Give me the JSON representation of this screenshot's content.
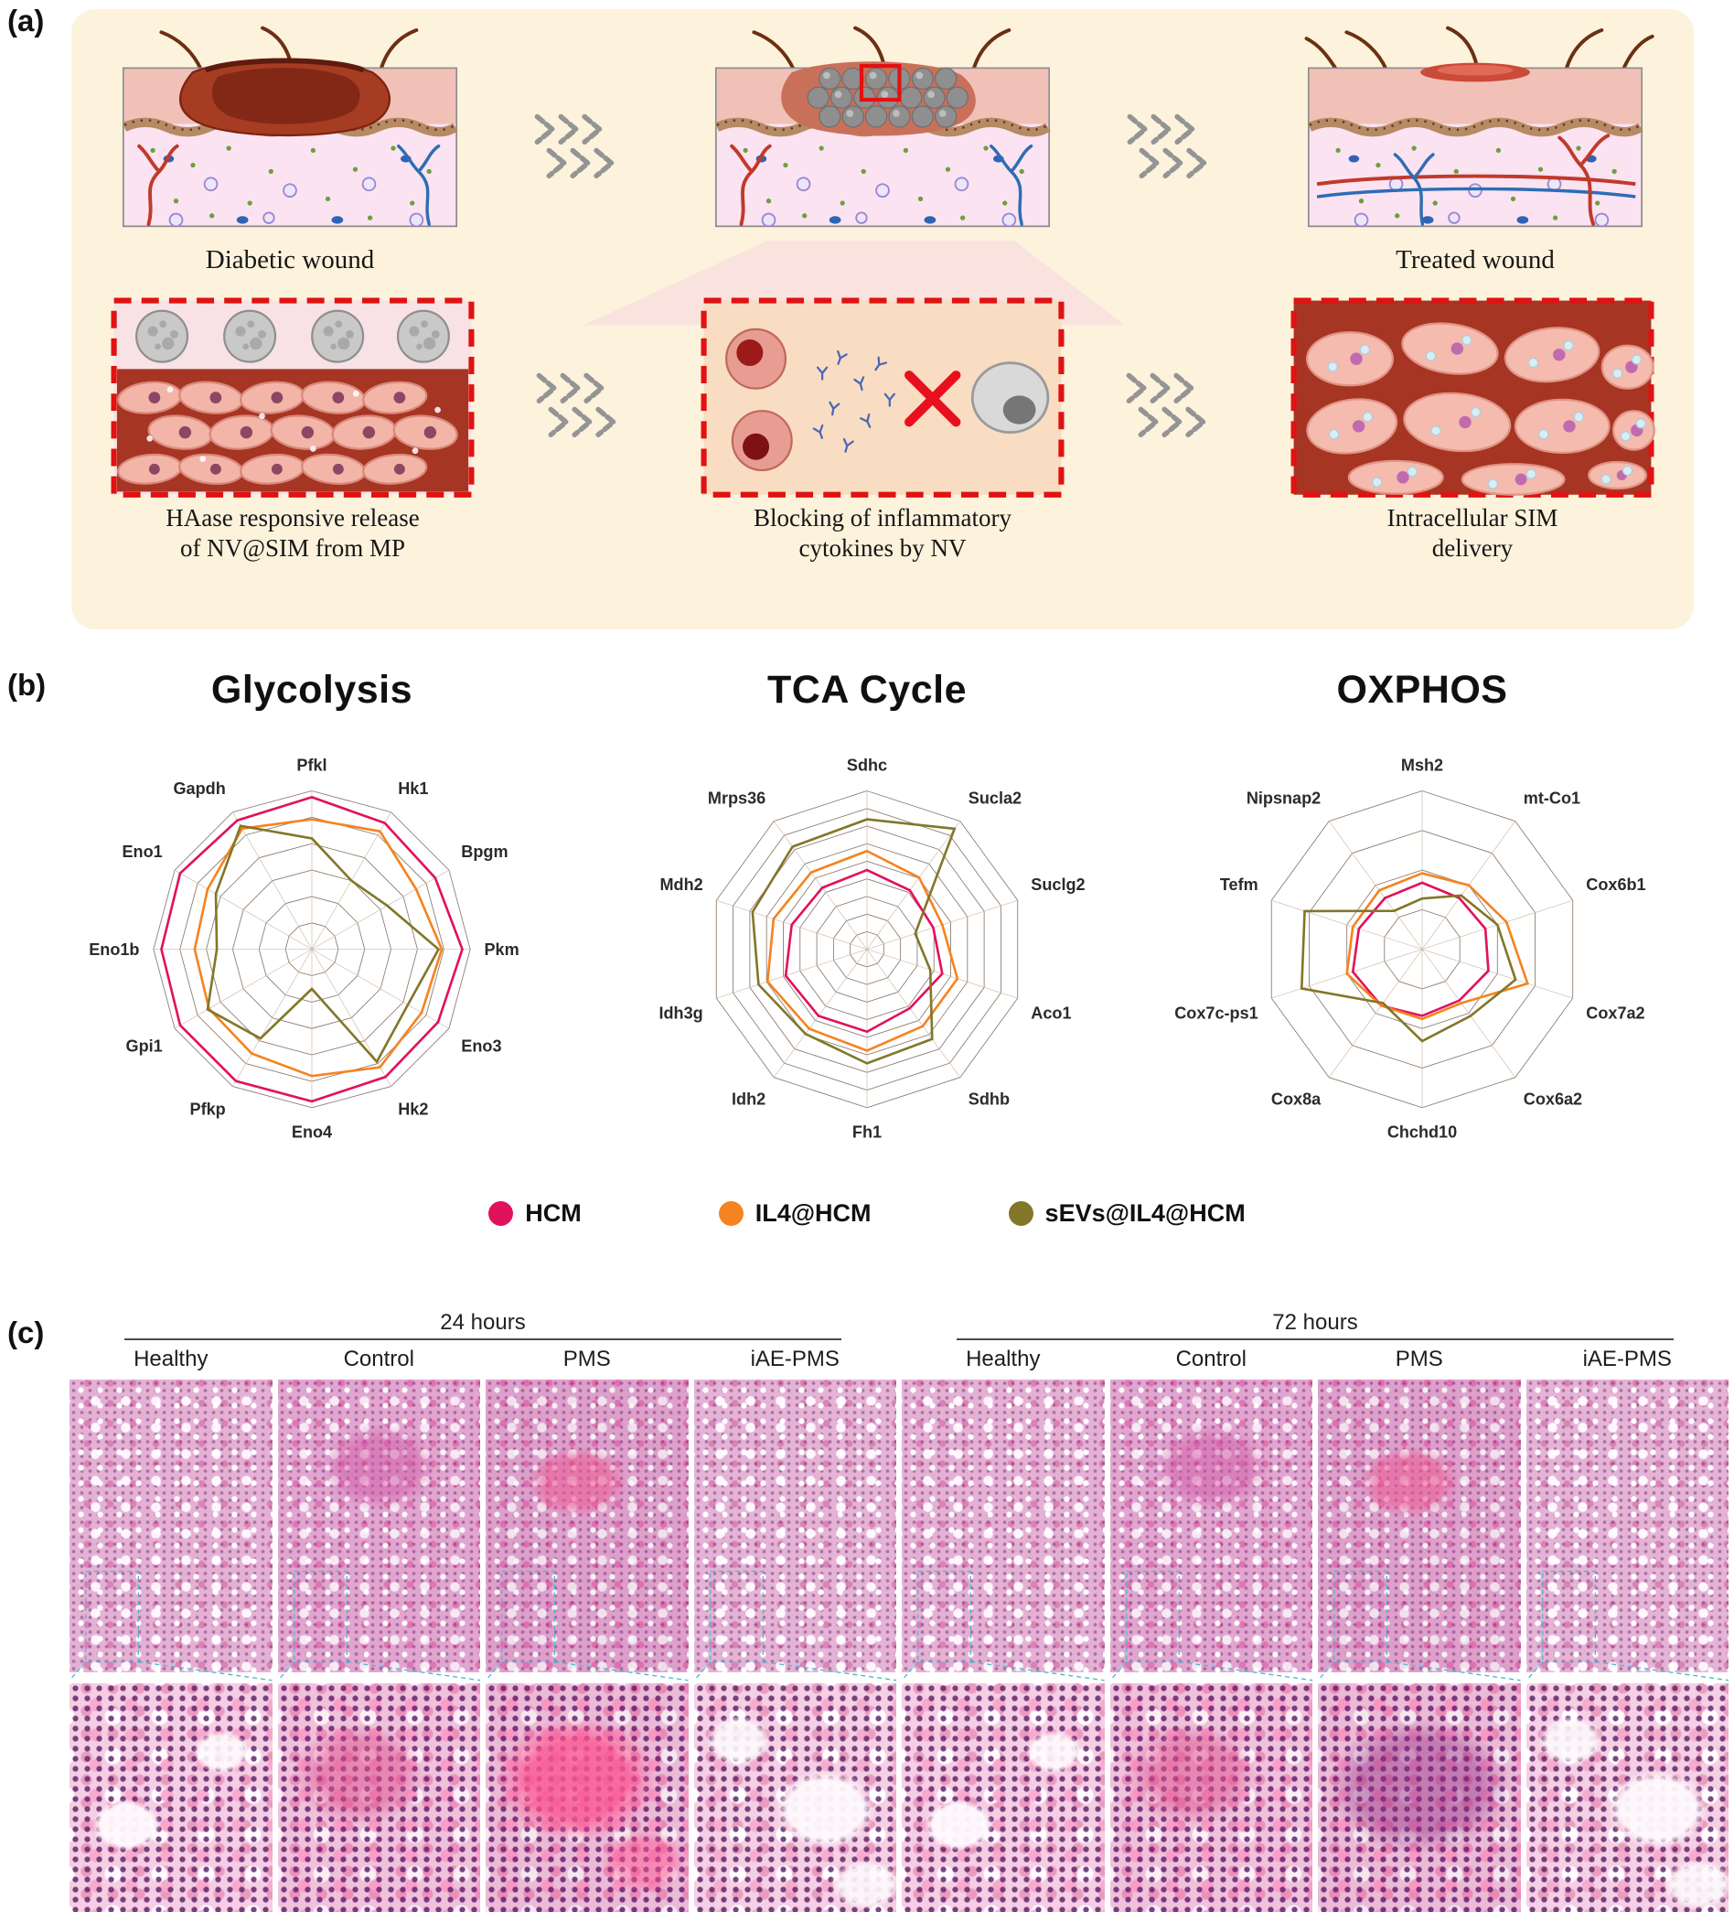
{
  "panel_a": {
    "label": "(a)",
    "stages": {
      "diabetic_caption": "Diabetic wound",
      "treated_caption": "Treated wound"
    },
    "processes": {
      "p1_line1": "HAase responsive release",
      "p1_line2": "of NV@SIM from MP",
      "p2_line1": "Blocking of inflammatory",
      "p2_line2": "cytokines by NV",
      "p3_line1": "Intracellular SIM",
      "p3_line2": "delivery"
    }
  },
  "panel_b": {
    "label": "(b)",
    "legend": [
      {
        "label": "HCM",
        "color": "#e2115c"
      },
      {
        "label": "IL4@HCM",
        "color": "#f5831f"
      },
      {
        "label": "sEVs@IL4@HCM",
        "color": "#827729"
      }
    ]
  },
  "panel_c": {
    "label": "(c)",
    "groups": [
      {
        "label": "24 hours",
        "columns": [
          "Healthy",
          "Control",
          "PMS",
          "iAE-PMS"
        ]
      },
      {
        "label": "72 hours",
        "columns": [
          "Healthy",
          "Control",
          "PMS",
          "iAE-PMS"
        ]
      }
    ]
  },
  "chart_data": [
    {
      "type": "radar",
      "title": "Glycolysis",
      "categories": [
        "Pfkl",
        "Hk1",
        "Bpgm",
        "Pkm",
        "Eno3",
        "Hk2",
        "Eno4",
        "Pfkp",
        "Gpi1",
        "Eno1b",
        "Eno1",
        "Gapdh"
      ],
      "rings": 6,
      "rmax": 10,
      "legend_position": "bottom",
      "series": [
        {
          "name": "HCM",
          "color": "#e2115c",
          "values": [
            9.6,
            9.2,
            9.0,
            9.5,
            9.2,
            9.3,
            9.6,
            9.6,
            9.6,
            9.5,
            9.6,
            9.4
          ]
        },
        {
          "name": "IL4@HCM",
          "color": "#f5831f",
          "values": [
            8.2,
            8.6,
            7.6,
            8.2,
            8.0,
            8.6,
            8.0,
            7.6,
            7.5,
            7.4,
            7.6,
            8.8
          ]
        },
        {
          "name": "sEVs@IL4@HCM",
          "color": "#827729",
          "values": [
            7.0,
            5.0,
            5.5,
            8.0,
            7.0,
            8.2,
            2.5,
            6.5,
            7.6,
            6.0,
            7.0,
            9.0
          ]
        }
      ]
    },
    {
      "type": "radar",
      "title": "TCA Cycle",
      "categories": [
        "Sdhc",
        "Sucla2",
        "Suclg2",
        "Aco1",
        "Sdhb",
        "Fh1",
        "Idh2",
        "Idh3g",
        "Mdh2",
        "Mrps36"
      ],
      "rings": 9,
      "rmax": 10,
      "legend_position": "bottom",
      "series": [
        {
          "name": "HCM",
          "color": "#e2115c",
          "values": [
            5.0,
            4.6,
            4.4,
            5.0,
            4.6,
            5.2,
            5.2,
            5.4,
            5.0,
            4.8
          ]
        },
        {
          "name": "IL4@HCM",
          "color": "#f5831f",
          "values": [
            6.2,
            5.6,
            5.0,
            6.0,
            6.0,
            6.4,
            6.2,
            6.6,
            6.2,
            6.0
          ]
        },
        {
          "name": "sEVs@IL4@HCM",
          "color": "#827729",
          "values": [
            8.2,
            9.4,
            3.2,
            4.2,
            7.0,
            7.2,
            6.6,
            7.2,
            7.6,
            8.0
          ]
        }
      ]
    },
    {
      "type": "radar",
      "title": "OXPHOS",
      "categories": [
        "Msh2",
        "mt-Co1",
        "Cox6b1",
        "Cox7a2",
        "Cox6a2",
        "Chchd10",
        "Cox8a",
        "Cox7c-ps1",
        "Tefm",
        "Nipsnap2"
      ],
      "rings": 4,
      "rmax": 10,
      "legend_position": "bottom",
      "series": [
        {
          "name": "HCM",
          "color": "#e2115c",
          "values": [
            4.2,
            4.0,
            4.2,
            4.4,
            4.0,
            4.2,
            4.4,
            4.6,
            4.2,
            4.0
          ]
        },
        {
          "name": "IL4@HCM",
          "color": "#f5831f",
          "values": [
            4.8,
            5.0,
            5.6,
            7.0,
            4.2,
            4.4,
            4.4,
            5.0,
            4.6,
            4.6
          ]
        },
        {
          "name": "sEVs@IL4@HCM",
          "color": "#827729",
          "values": [
            3.2,
            4.2,
            5.0,
            6.2,
            5.2,
            5.8,
            4.2,
            8.0,
            7.8,
            3.0
          ]
        }
      ]
    }
  ]
}
